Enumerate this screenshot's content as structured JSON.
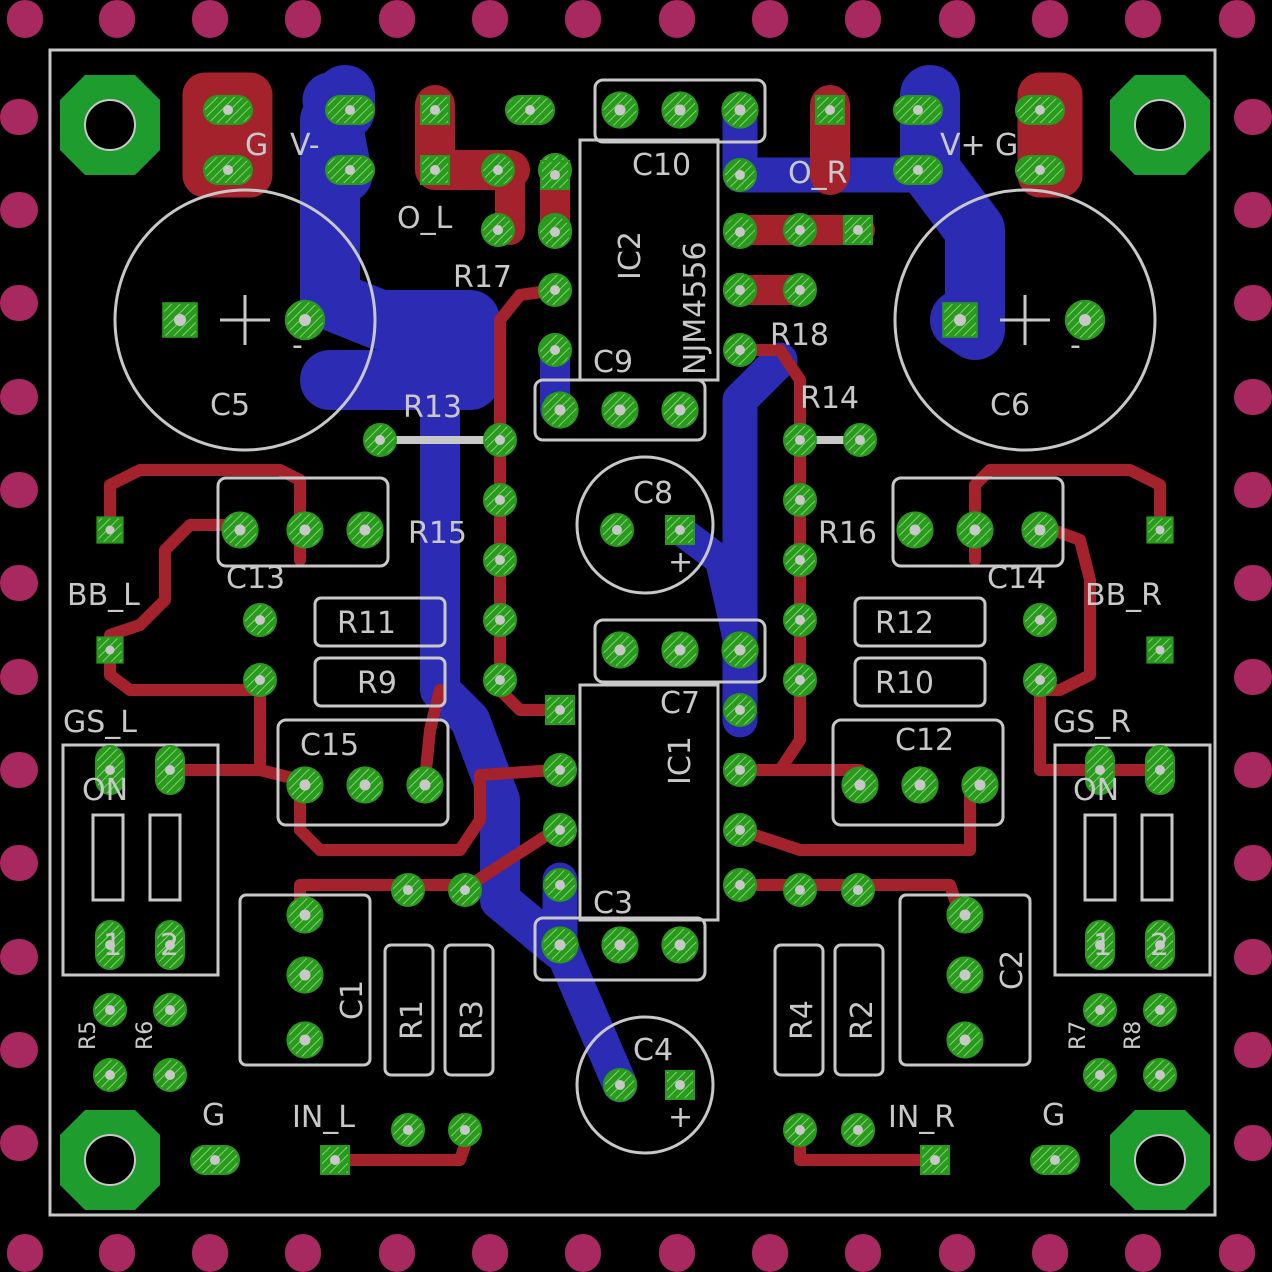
{
  "colors": {
    "background": "#000000",
    "board_outline": "#c8c8c8",
    "silkscreen": "#c8c8c8",
    "top_copper": "#a3222c",
    "bottom_copper": "#2b2bb4",
    "pad": "#2a9a1e",
    "pad_hatch": "#7ed36f",
    "drill": "#c8c8c8",
    "frame_pad": "#a82860"
  },
  "labels": {
    "g_left_top": "G",
    "v_minus": "V-",
    "v_plus": "V+",
    "g_right_top": "G",
    "o_l": "O_L",
    "o_r": "O_R",
    "c10": "C10",
    "ic2": "IC2",
    "njm": "NJM4556",
    "r17": "R17",
    "r18": "R18",
    "c5": "C5",
    "c6": "C6",
    "c9": "C9",
    "r13": "R13",
    "r14": "R14",
    "c8": "C8",
    "r15": "R15",
    "r16": "R16",
    "c13": "C13",
    "c14": "C14",
    "bb_l": "BB_L",
    "bb_r": "BB_R",
    "r11": "R11",
    "r12": "R12",
    "r9": "R9",
    "r10": "R10",
    "c7": "C7",
    "gs_l": "GS_L",
    "gs_r": "GS_R",
    "c15": "C15",
    "c12": "C12",
    "ic1": "IC1",
    "on_l": "ON",
    "on_r": "ON",
    "c3": "C3",
    "c1": "C1",
    "c2": "C2",
    "r1": "R1",
    "r3": "R3",
    "r4": "R4",
    "r2": "R2",
    "r5": "R5",
    "r6": "R6",
    "r7": "R7",
    "r8": "R8",
    "c4": "C4",
    "g_left_bottom": "G",
    "in_l": "IN_L",
    "in_r": "IN_R",
    "g_right_bottom": "G",
    "sw_l1": "1",
    "sw_l2": "2",
    "sw_r1": "1",
    "sw_r2": "2",
    "plus_c8": "+",
    "plus_c4": "+",
    "minus_c5": "-",
    "minus_c6": "-"
  }
}
